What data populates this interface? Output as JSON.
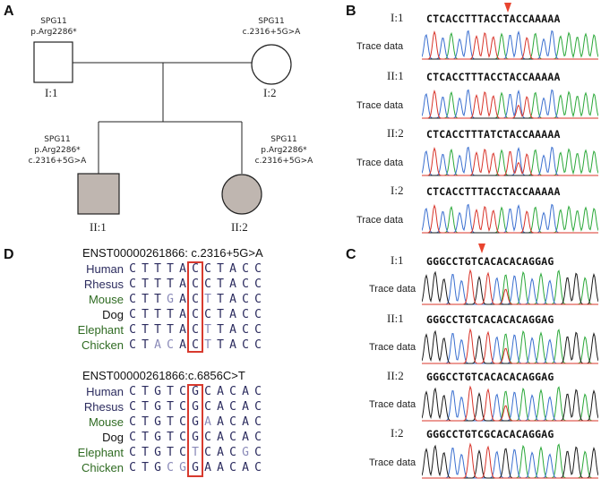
{
  "panels": {
    "A": "A",
    "B": "B",
    "C": "C",
    "D": "D"
  },
  "colors": {
    "affected": "#bfb6b0",
    "box": "#d83a2e",
    "marker": "#e8442f",
    "A": "#2aa838",
    "C": "#3a6fd0",
    "G": "#1a1a1a",
    "T": "#d8342a"
  },
  "pedigree": {
    "I1": {
      "label": "I:1",
      "line1": "SPG11",
      "line2": "p.Arg2286*"
    },
    "I2": {
      "label": "I:2",
      "line1": "SPG11",
      "line2": "c.2316+5G>A"
    },
    "II1": {
      "label": "II:1",
      "line1": "SPG11",
      "line2": "p.Arg2286*",
      "line3": "c.2316+5G>A"
    },
    "II2": {
      "label": "II:2",
      "line1": "SPG11",
      "line2": "p.Arg2286*",
      "line3": "c.2316+5G>A"
    }
  },
  "panelB": {
    "rows": [
      {
        "sample": "I:1",
        "seq": "CTCACCTTTACCTACCAAAAA",
        "trace": "Trace data"
      },
      {
        "sample": "II:1",
        "seq": "CTCACCTTTACCTACCAAAAA",
        "trace": "Trace data"
      },
      {
        "sample": "II:2",
        "seq": "CTCACCTTTATCTACCAAAAA",
        "trace": "Trace data"
      },
      {
        "sample": "I:2",
        "seq": "CTCACCTTTACCTACCAAAAA",
        "trace": "Trace data"
      }
    ]
  },
  "panelC": {
    "rows": [
      {
        "sample": "I:1",
        "seq": "GGGCCTGTCACACACAGGAG",
        "trace": "Trace data"
      },
      {
        "sample": "II:1",
        "seq": "GGGCCTGTCACACACAGGAG",
        "trace": "Trace data"
      },
      {
        "sample": "II:2",
        "seq": "GGGCCTGTCACACACAGGAG",
        "trace": "Trace data"
      },
      {
        "sample": "I:2",
        "seq": "GGGCCTGTCGCACACAGGAG",
        "trace": "Trace data"
      }
    ]
  },
  "panelD": {
    "alignments": [
      {
        "title": "ENST00000261866: c.2316+5G>A",
        "rows": [
          {
            "species": "Human",
            "bases": [
              "C",
              "T",
              "T",
              "T",
              "A",
              "C",
              "C",
              "T",
              "A",
              "C",
              "C"
            ],
            "var": []
          },
          {
            "species": "Rhesus",
            "bases": [
              "C",
              "T",
              "T",
              "T",
              "A",
              "C",
              "C",
              "T",
              "A",
              "C",
              "C"
            ],
            "var": []
          },
          {
            "species": "Mouse",
            "bases": [
              "C",
              "T",
              "T",
              "G",
              "A",
              "C",
              "T",
              "T",
              "A",
              "C",
              "C"
            ],
            "var": [
              3,
              6
            ]
          },
          {
            "species": "Dog",
            "bases": [
              "C",
              "T",
              "T",
              "T",
              "A",
              "C",
              "C",
              "T",
              "A",
              "C",
              "C"
            ],
            "var": []
          },
          {
            "species": "Elephant",
            "bases": [
              "C",
              "T",
              "T",
              "T",
              "A",
              "C",
              "T",
              "T",
              "A",
              "C",
              "C"
            ],
            "var": [
              6
            ]
          },
          {
            "species": "Chicken",
            "bases": [
              "C",
              "T",
              "A",
              "C",
              "A",
              "C",
              "T",
              "T",
              "A",
              "C",
              "C"
            ],
            "var": [
              2,
              3,
              6
            ]
          }
        ]
      },
      {
        "title": "ENST00000261866:c.6856C>T",
        "rows": [
          {
            "species": "Human",
            "bases": [
              "C",
              "T",
              "G",
              "T",
              "C",
              "G",
              "C",
              "A",
              "C",
              "A",
              "C"
            ],
            "var": []
          },
          {
            "species": "Rhesus",
            "bases": [
              "C",
              "T",
              "G",
              "T",
              "C",
              "G",
              "C",
              "A",
              "C",
              "A",
              "C"
            ],
            "var": []
          },
          {
            "species": "Mouse",
            "bases": [
              "C",
              "T",
              "G",
              "T",
              "C",
              "G",
              "A",
              "A",
              "C",
              "A",
              "C"
            ],
            "var": [
              6
            ]
          },
          {
            "species": "Dog",
            "bases": [
              "C",
              "T",
              "G",
              "T",
              "C",
              "G",
              "C",
              "A",
              "C",
              "A",
              "C"
            ],
            "var": []
          },
          {
            "species": "Elephant",
            "bases": [
              "C",
              "T",
              "G",
              "T",
              "C",
              "T",
              "C",
              "A",
              "C",
              "G",
              "C"
            ],
            "var": [
              5,
              9
            ]
          },
          {
            "species": "Chicken",
            "bases": [
              "C",
              "T",
              "G",
              "C",
              "G",
              "G",
              "A",
              "A",
              "C",
              "A",
              "C"
            ],
            "var": [
              3,
              4
            ]
          }
        ]
      }
    ]
  }
}
